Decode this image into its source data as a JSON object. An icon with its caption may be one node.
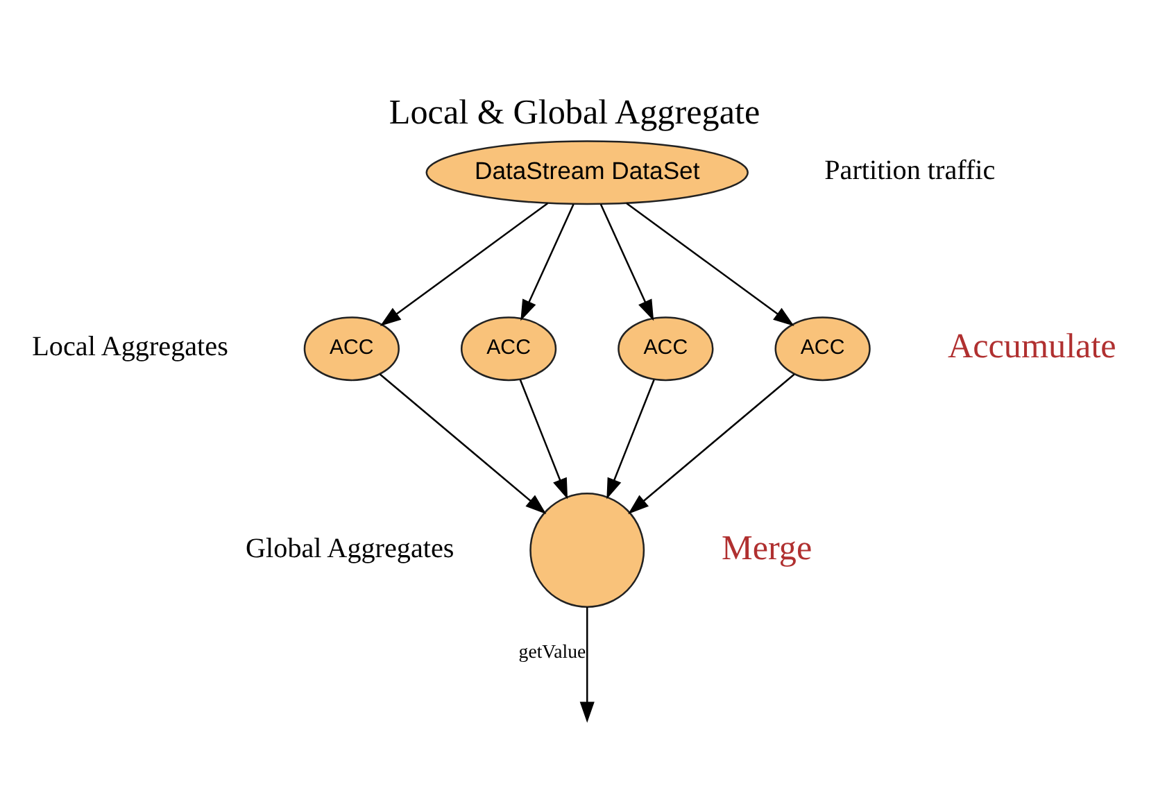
{
  "diagram": {
    "title": "Local & Global Aggregate",
    "nodes": [
      {
        "text": [
          "DataStream DataSet"
        ]
      },
      {
        "text": [
          "ACC"
        ]
      },
      {
        "text": [
          "ACC"
        ]
      },
      {
        "text": [
          "ACC"
        ]
      },
      {
        "text": [
          "ACC"
        ]
      },
      {
        "text": [],
        "shape": "circle",
        "beside": [
          "Merge"
        ]
      }
    ],
    "edges": [
      {
        "from": 0,
        "to": 1,
        "arrow": "to"
      },
      {
        "from": 0,
        "to": 2,
        "arrow": "to"
      },
      {
        "from": 0,
        "to": 3,
        "arrow": "to"
      },
      {
        "from": 0,
        "to": 4,
        "arrow": "to"
      },
      {
        "from": 1,
        "to": 5,
        "arrow": "to"
      },
      {
        "from": 2,
        "to": 5,
        "arrow": "to"
      },
      {
        "from": 3,
        "to": 5,
        "arrow": "to"
      },
      {
        "from": 4,
        "to": 5,
        "arrow": "to"
      },
      {
        "from": 5,
        "to": null,
        "label": "getValue",
        "arrow": "to"
      }
    ],
    "labels": [
      "Partition traffic",
      "Local Aggregates",
      "Accumulate",
      "Global Aggregates"
    ]
  }
}
